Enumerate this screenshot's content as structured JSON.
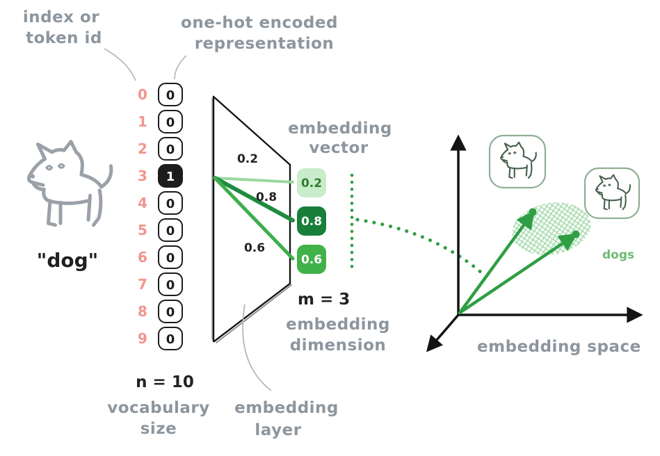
{
  "labels": {
    "index_line1": "index or",
    "index_line2": "token id",
    "onehot_line1": "one-hot encoded",
    "onehot_line2": "representation",
    "embedding_vector_line1": "embedding",
    "embedding_vector_line2": "vector",
    "m_equation": "m = 3",
    "dimension_line1": "embedding",
    "dimension_line2": "dimension",
    "n_equation": "n = 10",
    "vocab_line1": "vocabulary",
    "vocab_line2": "size",
    "layer_line1": "embedding",
    "layer_line2": "layer",
    "space": "embedding space",
    "cluster": "dogs",
    "word": "\"dog\""
  },
  "one_hot": {
    "indices": [
      "0",
      "1",
      "2",
      "3",
      "4",
      "5",
      "6",
      "7",
      "8",
      "9"
    ],
    "values": [
      "0",
      "0",
      "0",
      "1",
      "0",
      "0",
      "0",
      "0",
      "0",
      "0"
    ],
    "hot_index": 3
  },
  "weights": {
    "w1": "0.2",
    "w2": "0.8",
    "w3": "0.6"
  },
  "embedding_vector": {
    "v1": "0.2",
    "v2": "0.8",
    "v3": "0.6"
  },
  "colors": {
    "index_digits": "#f2958d",
    "label_gray": "#8d969e",
    "ink": "#1a1a1a",
    "green": "#2f9e44",
    "vector_cell_1_bg": "#c9ecca",
    "vector_cell_2_bg": "#177f3a",
    "vector_cell_3_bg": "#41b24a",
    "weight_line_1": "#9ad8a0",
    "weight_line_2": "#1f8b3f",
    "weight_line_3": "#3cae4b"
  }
}
